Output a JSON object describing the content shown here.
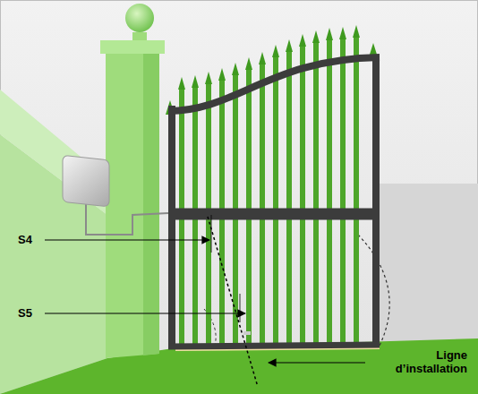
{
  "diagram": {
    "labels": [
      "S4",
      "S5",
      "Ligne d’installation"
    ]
  }
}
